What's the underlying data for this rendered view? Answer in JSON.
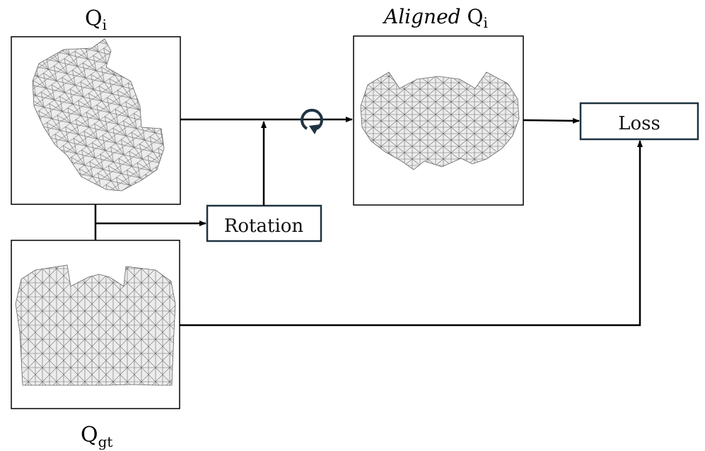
{
  "labels": {
    "qi_base": "Q",
    "qi_sub": "i",
    "aligned_word": "Aligned",
    "aligned_base": "Q",
    "aligned_sub": "i",
    "qgt_base": "Q",
    "qgt_sub": "gt"
  },
  "boxes": {
    "rotation": "Rotation",
    "loss": "Loss"
  },
  "colors": {
    "box_border": "#1f3341",
    "line": "#000000",
    "mesh_fill": "#ededed",
    "mesh_line": "#5c5c5c",
    "rotate_icon": "#1f3341"
  },
  "icons": {
    "rotate": "rotate-clockwise-icon"
  }
}
